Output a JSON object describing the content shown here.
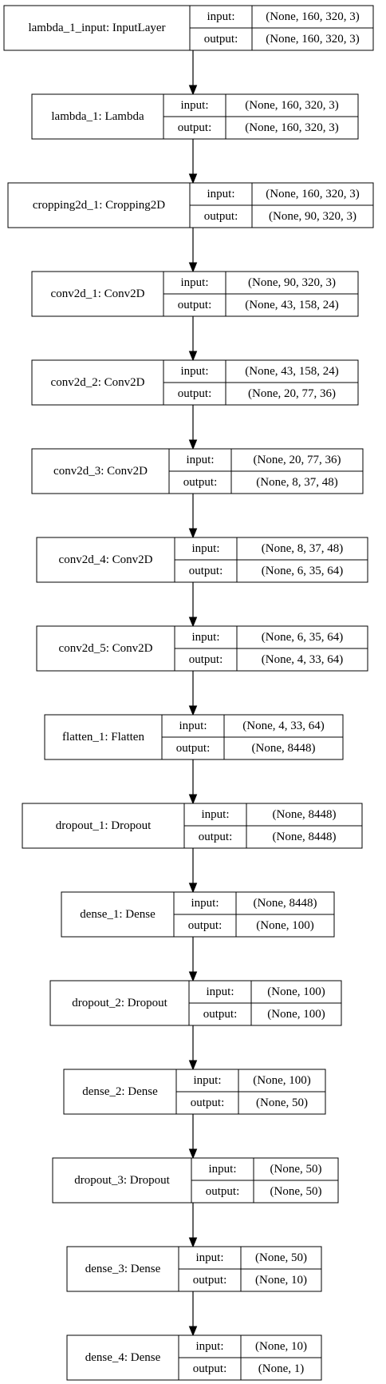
{
  "io_labels": {
    "input": "input:",
    "output": "output:"
  },
  "layers": [
    {
      "name": "lambda_1_input: InputLayer",
      "input": "(None, 160, 320, 3)",
      "output": "(None, 160, 320, 3)"
    },
    {
      "name": "lambda_1: Lambda",
      "input": "(None, 160, 320, 3)",
      "output": "(None, 160, 320, 3)"
    },
    {
      "name": "cropping2d_1: Cropping2D",
      "input": "(None, 160, 320, 3)",
      "output": "(None, 90, 320, 3)"
    },
    {
      "name": "conv2d_1: Conv2D",
      "input": "(None, 90, 320, 3)",
      "output": "(None, 43, 158, 24)"
    },
    {
      "name": "conv2d_2: Conv2D",
      "input": "(None, 43, 158, 24)",
      "output": "(None, 20, 77, 36)"
    },
    {
      "name": "conv2d_3: Conv2D",
      "input": "(None, 20, 77, 36)",
      "output": "(None, 8, 37, 48)"
    },
    {
      "name": "conv2d_4: Conv2D",
      "input": "(None, 8, 37, 48)",
      "output": "(None, 6, 35, 64)"
    },
    {
      "name": "conv2d_5: Conv2D",
      "input": "(None, 6, 35, 64)",
      "output": "(None, 4, 33, 64)"
    },
    {
      "name": "flatten_1: Flatten",
      "input": "(None, 4, 33, 64)",
      "output": "(None, 8448)"
    },
    {
      "name": "dropout_1: Dropout",
      "input": "(None, 8448)",
      "output": "(None, 8448)"
    },
    {
      "name": "dense_1: Dense",
      "input": "(None, 8448)",
      "output": "(None, 100)"
    },
    {
      "name": "dropout_2: Dropout",
      "input": "(None, 100)",
      "output": "(None, 100)"
    },
    {
      "name": "dense_2: Dense",
      "input": "(None, 100)",
      "output": "(None, 50)"
    },
    {
      "name": "dropout_3: Dropout",
      "input": "(None, 50)",
      "output": "(None, 50)"
    },
    {
      "name": "dense_3: Dense",
      "input": "(None, 50)",
      "output": "(None, 10)"
    },
    {
      "name": "dense_4: Dense",
      "input": "(None, 10)",
      "output": "(None, 1)"
    }
  ]
}
